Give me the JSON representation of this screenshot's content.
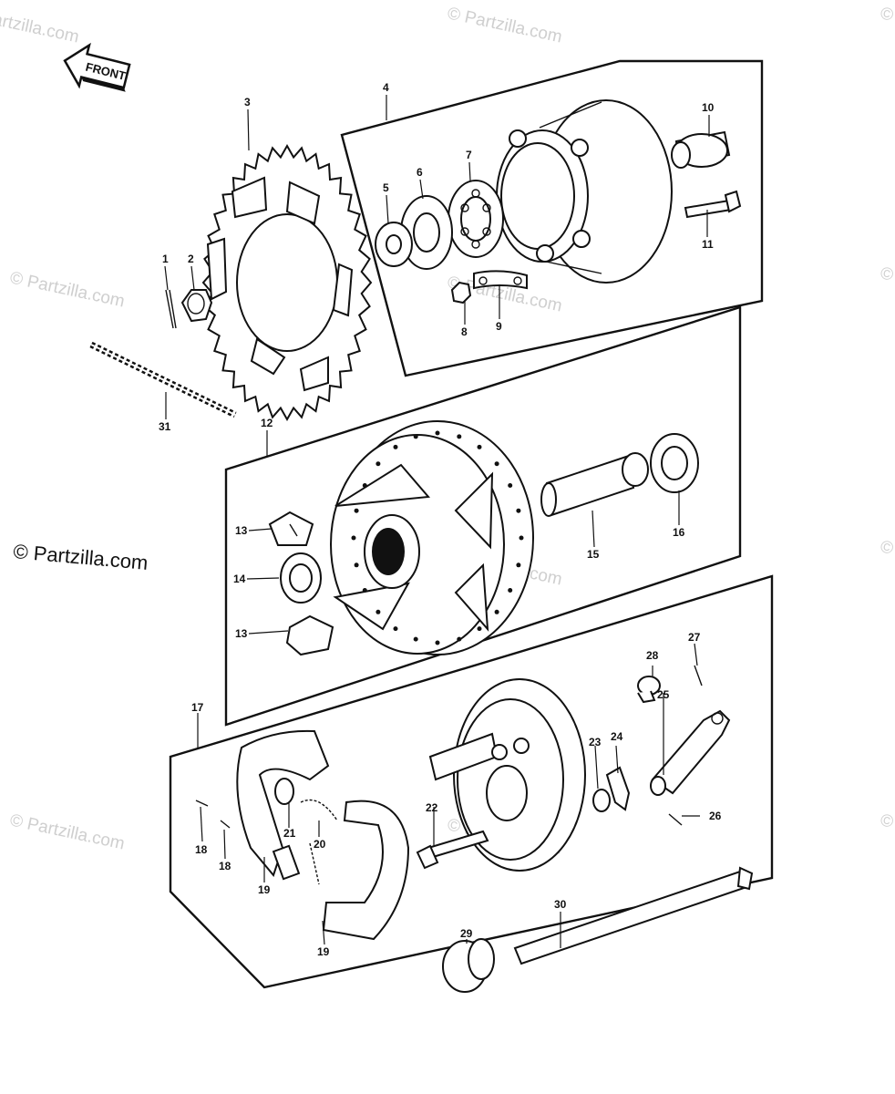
{
  "front_badge": "FRONT",
  "watermark_brand": "© Partzilla.com",
  "watermark_faint": "© Partzilla.com",
  "callouts": {
    "c1": "1",
    "c2": "2",
    "c3": "3",
    "c4": "4",
    "c5": "5",
    "c6": "6",
    "c7": "7",
    "c8": "8",
    "c9": "9",
    "c10": "10",
    "c11": "11",
    "c12": "12",
    "c13a": "13",
    "c13b": "13",
    "c14": "14",
    "c15": "15",
    "c16": "16",
    "c17": "17",
    "c18a": "18",
    "c18b": "18",
    "c19a": "19",
    "c19b": "19",
    "c20": "20",
    "c21": "21",
    "c22": "22",
    "c23": "23",
    "c24": "24",
    "c25": "25",
    "c26": "26",
    "c27": "27",
    "c28": "28",
    "c29": "29",
    "c30": "30",
    "c31": "31"
  }
}
